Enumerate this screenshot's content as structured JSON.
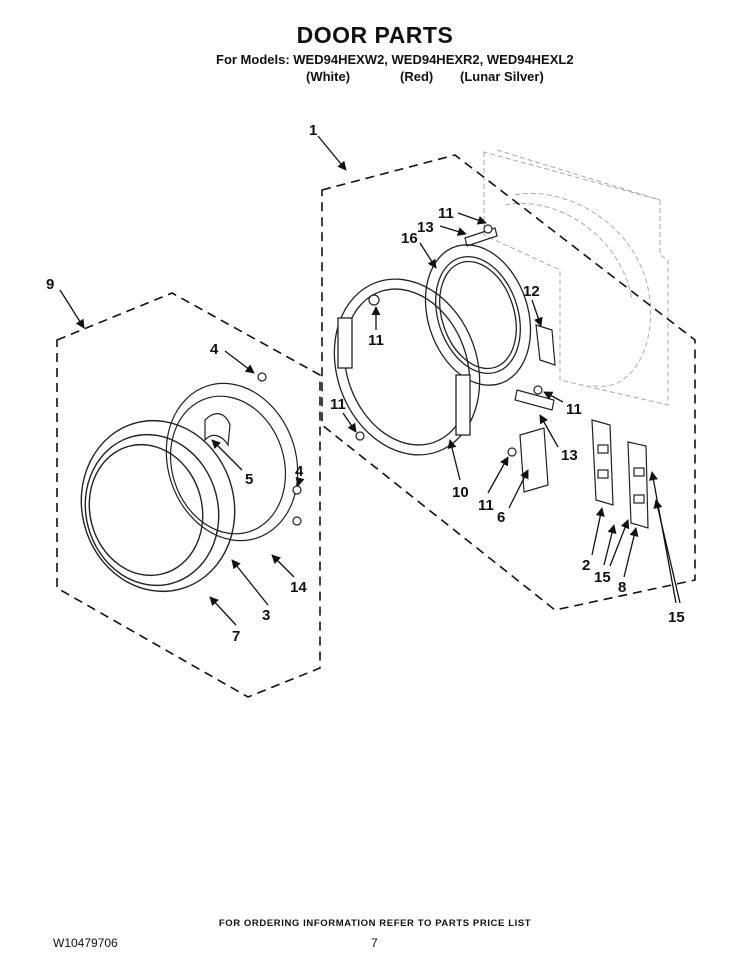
{
  "header": {
    "title": "DOOR PARTS",
    "models_line": "For Models: WED94HEXW2, WED94HEXR2, WED94HEXL2",
    "colors": [
      "(White)",
      "(Red)",
      "(Lunar Silver)"
    ]
  },
  "diagram": {
    "callouts": [
      "1",
      "13",
      "11",
      "16",
      "12",
      "11",
      "9",
      "4",
      "5",
      "11",
      "11",
      "13",
      "4",
      "14",
      "10",
      "11",
      "6",
      "2",
      "15",
      "8",
      "3",
      "7",
      "15"
    ]
  },
  "footer": {
    "ordering_note": "FOR ORDERING INFORMATION REFER TO PARTS PRICE LIST",
    "doc_number": "W10479706",
    "page_number": "7"
  }
}
